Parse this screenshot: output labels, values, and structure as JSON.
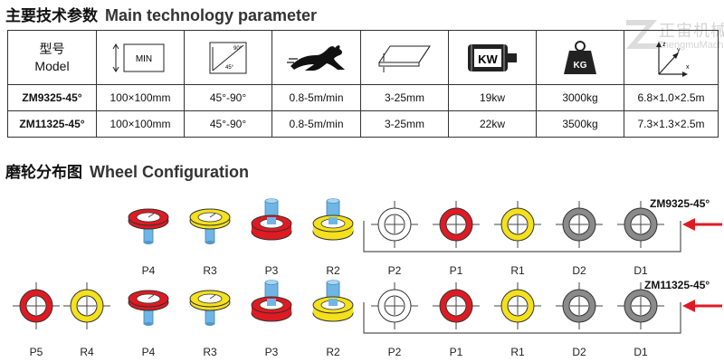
{
  "section1": {
    "title_cn": "主要技术参数",
    "title_en": "Main technology parameter"
  },
  "section2": {
    "title_cn": "磨轮分布图",
    "title_en": "Wheel Configuration"
  },
  "watermark": {
    "cn": "正宙机械",
    "en": "ZhengmuMachinery"
  },
  "table": {
    "header_cn": "型号",
    "header_en": "Model",
    "icons": {
      "thickness": "MIN",
      "angle_top": "90°",
      "angle_bottom": "45°",
      "power": "KW",
      "weight": "KG"
    },
    "icon_names": [
      "thickness-icon",
      "bevel-angle-icon",
      "speed-rabbit-icon",
      "glass-thickness-icon",
      "motor-power-icon",
      "weight-icon",
      "dimension-axes-icon"
    ],
    "rows": [
      {
        "model": "ZM9325-45°",
        "size": "100×100mm",
        "angle": "45°-90°",
        "speed": "0.8-5m/min",
        "thickness": "3-25mm",
        "power": "19kw",
        "weight": "3000kg",
        "dimension": "6.8×1.0×2.5m"
      },
      {
        "model": "ZM11325-45°",
        "size": "100×100mm",
        "angle": "45°-90°",
        "speed": "0.8-5m/min",
        "thickness": "3-25mm",
        "power": "22kw",
        "weight": "3500kg",
        "dimension": "7.3×1.3×2.5m"
      }
    ]
  },
  "wheel_config": {
    "rows": [
      {
        "model": "ZM9325-45°",
        "wheels": [
          {
            "label": "P4",
            "style": "tilted",
            "color": "#e01a22"
          },
          {
            "label": "R3",
            "style": "tilted",
            "color": "#f4e11c"
          },
          {
            "label": "P3",
            "style": "cup",
            "color": "#e01a22"
          },
          {
            "label": "R2",
            "style": "cup",
            "color": "#f4e11c"
          },
          {
            "label": "P2",
            "style": "ring",
            "color": "#ffffff"
          },
          {
            "label": "P1",
            "style": "ring",
            "color": "#e01a22"
          },
          {
            "label": "R1",
            "style": "ring",
            "color": "#f4e11c"
          },
          {
            "label": "D2",
            "style": "ring",
            "color": "#8a8a8a"
          },
          {
            "label": "D1",
            "style": "ring",
            "color": "#8a8a8a"
          }
        ]
      },
      {
        "model": "ZM11325-45°",
        "wheels": [
          {
            "label": "P5",
            "style": "ring",
            "color": "#e01a22"
          },
          {
            "label": "R4",
            "style": "ring",
            "color": "#f4e11c"
          },
          {
            "label": "P4",
            "style": "tilted",
            "color": "#e01a22"
          },
          {
            "label": "R3",
            "style": "tilted",
            "color": "#f4e11c"
          },
          {
            "label": "P3",
            "style": "cup",
            "color": "#e01a22"
          },
          {
            "label": "R2",
            "style": "cup",
            "color": "#f4e11c"
          },
          {
            "label": "P2",
            "style": "ring",
            "color": "#ffffff"
          },
          {
            "label": "P1",
            "style": "ring",
            "color": "#e01a22"
          },
          {
            "label": "R1",
            "style": "ring",
            "color": "#f4e11c"
          },
          {
            "label": "D2",
            "style": "ring",
            "color": "#8a8a8a"
          },
          {
            "label": "D1",
            "style": "ring",
            "color": "#8a8a8a"
          }
        ]
      }
    ],
    "colors": {
      "spindle": "#6fb6e6",
      "arrow": "#e01a22",
      "line": "#555555"
    }
  }
}
